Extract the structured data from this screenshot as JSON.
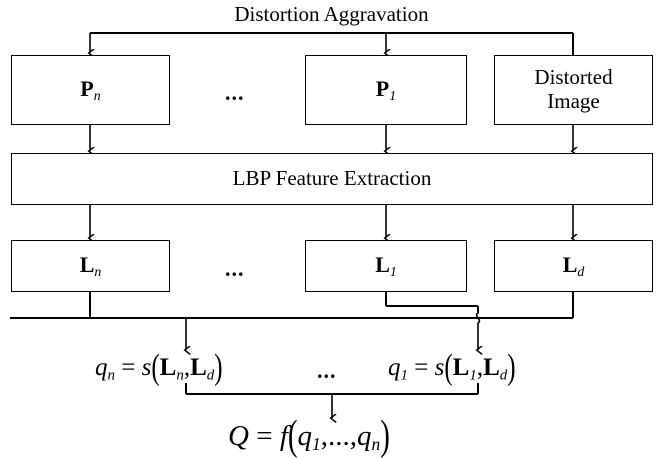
{
  "diagram": {
    "title": "Distortion Aggravation",
    "type": "flowchart",
    "stages": {
      "stage1_label": "Distortion Aggravation",
      "stage2_label": "LBP Feature Extraction"
    },
    "row_pseudo_reference": {
      "ellipsis": "...",
      "boxes": [
        {
          "id": "p-n",
          "base": "P",
          "sub": "n",
          "name": "pseudo-reference-n"
        },
        {
          "id": "p-1",
          "base": "P",
          "sub": "1",
          "name": "pseudo-reference-1"
        },
        {
          "id": "distorted",
          "line1": "Distorted",
          "line2": "Image",
          "name": "distorted-image"
        }
      ]
    },
    "row_lbp": {
      "label": "LBP Feature Extraction"
    },
    "row_features": {
      "ellipsis": "...",
      "boxes": [
        {
          "id": "l-n",
          "base": "L",
          "sub": "n",
          "name": "lbp-feature-n"
        },
        {
          "id": "l-1",
          "base": "L",
          "sub": "1",
          "name": "lbp-feature-1"
        },
        {
          "id": "l-d",
          "base": "L",
          "sub": "d",
          "name": "lbp-feature-d"
        }
      ]
    },
    "row_quality": {
      "ellipsis": "...",
      "equations": [
        {
          "id": "q-n",
          "text": "q_n = s( L_n , L_d )",
          "lhs_base": "q",
          "lhs_sub": "n",
          "func": "s",
          "arg1_base": "L",
          "arg1_sub": "n",
          "arg2_base": "L",
          "arg2_sub": "d"
        },
        {
          "id": "q-1",
          "text": "q_1 = s( L_1 , L_d )",
          "lhs_base": "q",
          "lhs_sub": "1",
          "func": "s",
          "arg1_base": "L",
          "arg1_sub": "1",
          "arg2_base": "L",
          "arg2_sub": "d"
        }
      ]
    },
    "row_final": {
      "equation": {
        "id": "Q-final",
        "text": "Q = f( q_1 ,..., q_n )",
        "lhs": "Q",
        "func": "f",
        "arg1_base": "q",
        "arg1_sub": "1",
        "separator": ",...,",
        "arg2_base": "q",
        "arg2_sub": "n"
      }
    },
    "style": {
      "line_color": "#000000",
      "box_fill": "#ffffff",
      "text_color": "#000000",
      "background": "#ffffff"
    }
  }
}
